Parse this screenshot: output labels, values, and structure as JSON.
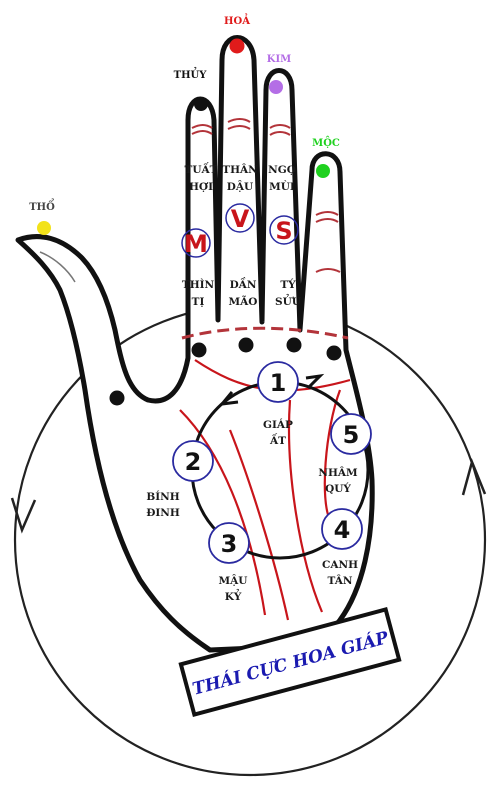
{
  "elements": {
    "hoa": {
      "label": "HOẢ",
      "color": "#e01b1b"
    },
    "kim": {
      "label": "KIM",
      "color": "#b46ee6"
    },
    "thuy": {
      "label": "THỦY",
      "color": "#111111"
    },
    "moc": {
      "label": "MỘC",
      "color": "#1fd11f"
    },
    "tho": {
      "label": "THỔ",
      "color": "#f2e21a"
    }
  },
  "finger_labels": {
    "index_top": [
      "TUẤT",
      "HỢI"
    ],
    "middle_top": [
      "THÂN",
      "DẬU"
    ],
    "ring_top": [
      "NGỌ",
      "MÙI"
    ],
    "index_bottom": [
      "THÌN",
      "TỊ"
    ],
    "middle_bottom": [
      "DẦN",
      "MÃO"
    ],
    "ring_bottom": [
      "TÝ",
      "SỬU"
    ]
  },
  "letters": {
    "m": "M",
    "v": "V",
    "s": "S"
  },
  "cycle": [
    {
      "num": "1",
      "lines": [
        "GIÁP",
        "ẤT"
      ]
    },
    {
      "num": "2",
      "lines": [
        "BÍNH",
        "ĐINH"
      ]
    },
    {
      "num": "3",
      "lines": [
        "MẬU",
        "KỶ"
      ]
    },
    {
      "num": "4",
      "lines": [
        "CANH",
        "TÂN"
      ]
    },
    {
      "num": "5",
      "lines": [
        "NHÂM",
        "QUÝ"
      ]
    }
  ],
  "title": "THÁI CỰC HOA GIÁP"
}
